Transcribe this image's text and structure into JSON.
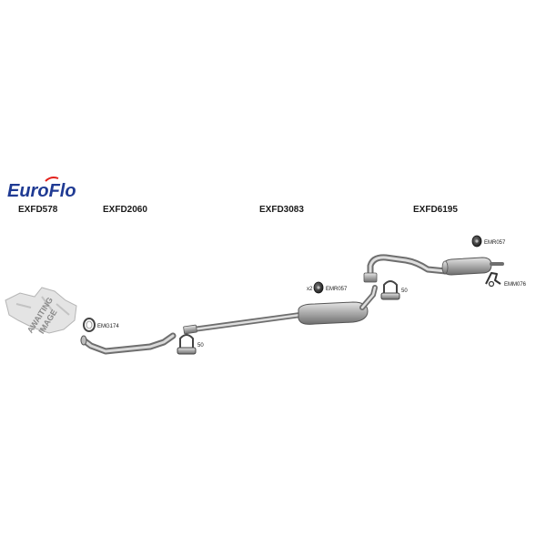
{
  "brand": {
    "name": "EuroFlo",
    "logo_part1": "Euro",
    "logo_part2": "Flo",
    "color_primary": "#1f3a93",
    "color_accent": "#e3201b"
  },
  "placeholder": {
    "line1": "AWAITING",
    "line2": "IMAGE"
  },
  "part_codes": [
    "EXFD578",
    "EXFD2060",
    "EXFD3083",
    "EXFD6195"
  ],
  "accessories": {
    "emg174": "EMG174",
    "clamp_front": "50",
    "emr057_mid": "EMR057",
    "emr057_mid_qty": "x2",
    "clamp_mid": "50",
    "emr057_rear": "EMR057",
    "emm076": "EMM076"
  },
  "icons": {
    "gasket": "gasket-ring-icon",
    "clamp": "u-bolt-clamp-icon",
    "rubber_mount": "rubber-mount-icon",
    "hanger": "exhaust-hanger-icon"
  }
}
